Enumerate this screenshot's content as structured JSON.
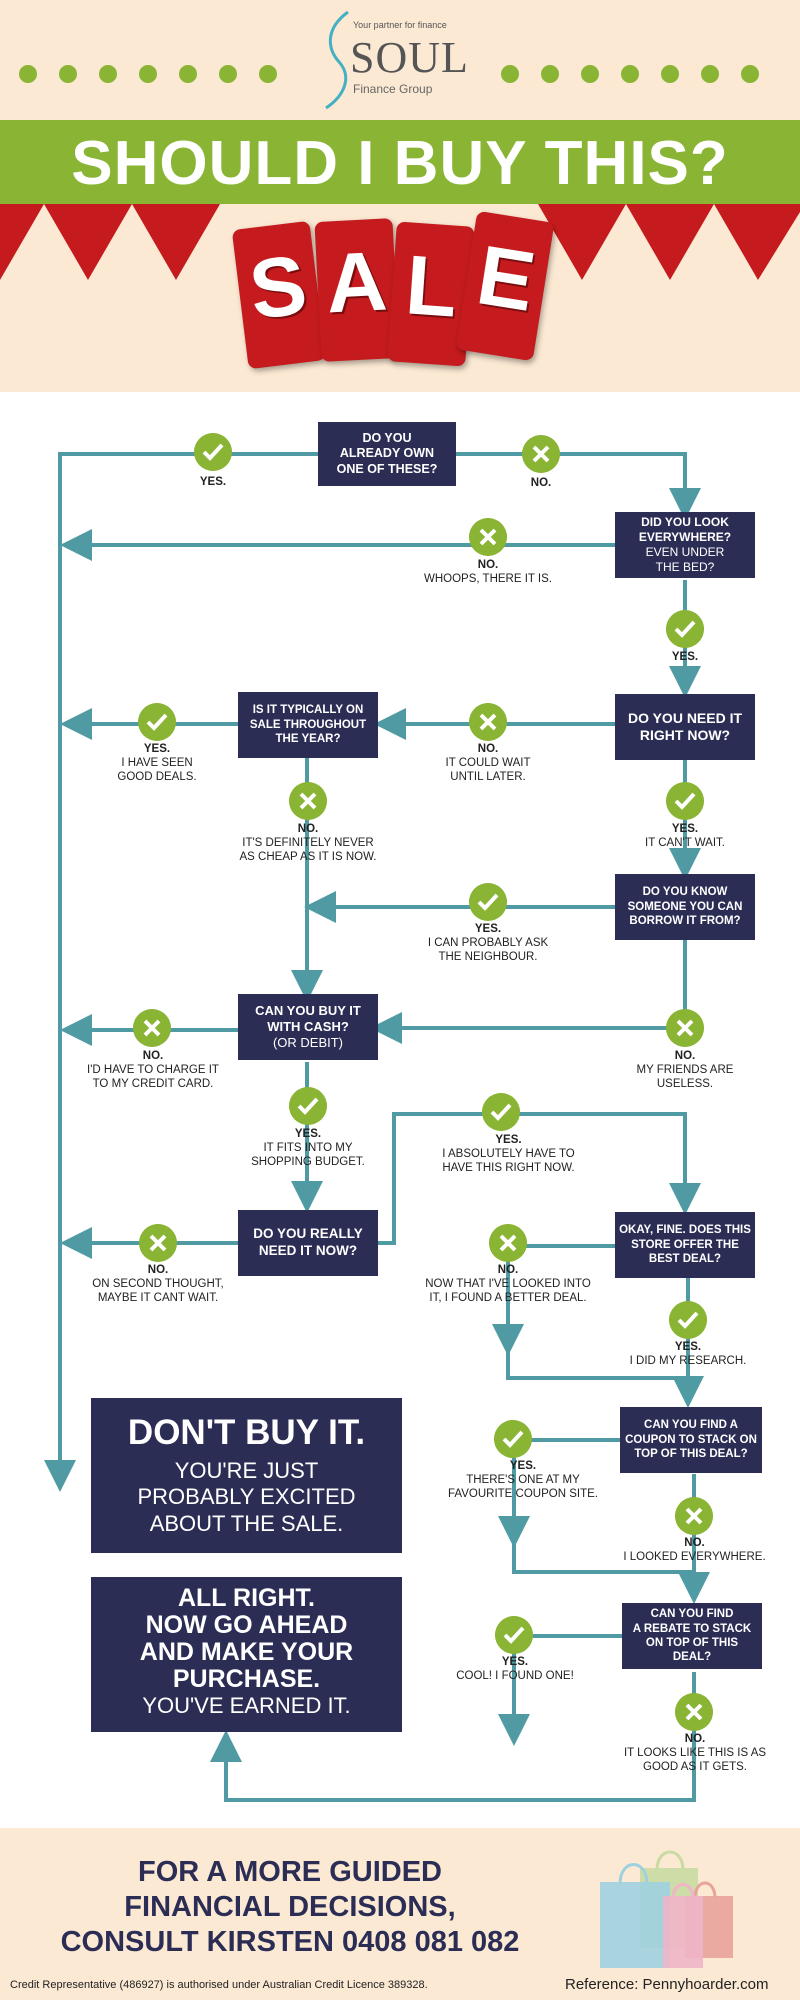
{
  "brand": {
    "tagline": "Your partner for finance",
    "name": "SOUL",
    "subname": "Finance Group"
  },
  "title": "SHOULD I BUY THIS?",
  "sale_letters": [
    "S",
    "A",
    "L",
    "E"
  ],
  "colors": {
    "green": "#8ab434",
    "navy": "#2b2d55",
    "teal": "#4f9aa3",
    "red": "#c61b1e",
    "cream": "#fbe9d3"
  },
  "questions": {
    "q1": [
      "DO YOU",
      "ALREADY OWN",
      "ONE OF THESE?"
    ],
    "q2": [
      "DID YOU LOOK",
      "EVERYWHERE?"
    ],
    "q2_sub": [
      "EVEN UNDER",
      "THE BED?"
    ],
    "q3": [
      "DO YOU NEED IT",
      "RIGHT NOW?"
    ],
    "q4": [
      "IS IT TYPICALLY ON",
      "SALE THROUGHOUT",
      "THE YEAR?"
    ],
    "q5": [
      "DO YOU KNOW",
      "SOMEONE YOU CAN",
      "BORROW IT FROM?"
    ],
    "q6": [
      "CAN YOU BUY IT",
      "WITH CASH?"
    ],
    "q6_sub": "(OR DEBIT)",
    "q7": [
      "DO YOU REALLY",
      "NEED IT NOW?"
    ],
    "q8": [
      "OKAY, FINE. DOES THIS",
      "STORE OFFER THE",
      "BEST DEAL?"
    ],
    "q9": [
      "CAN YOU FIND A",
      "COUPON TO STACK ON",
      "TOP OF THIS DEAL?"
    ],
    "q10": [
      "CAN YOU FIND",
      "A REBATE TO STACK",
      "ON TOP OF THIS DEAL?"
    ]
  },
  "answers": {
    "a1": {
      "word": "YES.",
      "text": []
    },
    "a2": {
      "word": "NO.",
      "text": []
    },
    "a3": {
      "word": "NO.",
      "text": [
        "WHOOPS, THERE IT IS."
      ]
    },
    "a4": {
      "word": "YES.",
      "text": []
    },
    "a5": {
      "word": "NO.",
      "text": [
        "IT COULD WAIT",
        "UNTIL LATER."
      ]
    },
    "a6": {
      "word": "YES.",
      "text": [
        "I HAVE SEEN",
        "GOOD DEALS."
      ]
    },
    "a7": {
      "word": "NO.",
      "text": [
        "IT'S DEFINITELY NEVER",
        "AS CHEAP AS IT IS NOW."
      ]
    },
    "a8": {
      "word": "YES.",
      "text": [
        "IT CAN'T WAIT."
      ]
    },
    "a9": {
      "word": "YES.",
      "text": [
        "I CAN PROBABLY ASK",
        "THE NEIGHBOUR."
      ]
    },
    "a10": {
      "word": "NO.",
      "text": [
        "MY FRIENDS ARE",
        "USELESS."
      ]
    },
    "a11": {
      "word": "NO.",
      "text": [
        "I'D HAVE TO CHARGE IT",
        "TO MY CREDIT CARD."
      ]
    },
    "a12": {
      "word": "YES.",
      "text": [
        "IT FITS INTO MY",
        "SHOPPING BUDGET."
      ]
    },
    "a13": {
      "word": "YES.",
      "text": [
        "I ABSOLUTELY HAVE TO",
        "HAVE THIS RIGHT NOW."
      ]
    },
    "a14": {
      "word": "NO.",
      "text": [
        "ON SECOND THOUGHT,",
        "MAYBE IT CANT WAIT."
      ]
    },
    "a15": {
      "word": "NO.",
      "text": [
        "NOW THAT I'VE LOOKED INTO",
        "IT, I FOUND A BETTER DEAL."
      ]
    },
    "a16": {
      "word": "YES.",
      "text": [
        "I DID MY RESEARCH."
      ]
    },
    "a17": {
      "word": "YES.",
      "text": [
        "THERE'S ONE AT MY",
        "FAVOURITE COUPON SITE."
      ]
    },
    "a18": {
      "word": "NO.",
      "text": [
        "I LOOKED EVERYWHERE."
      ]
    },
    "a19": {
      "word": "YES.",
      "text": [
        "COOL! I FOUND ONE!"
      ]
    },
    "a20": {
      "word": "NO.",
      "text": [
        "IT LOOKS LIKE THIS IS AS",
        "GOOD AS IT GETS."
      ]
    }
  },
  "outcomes": {
    "dont_buy_title": "DON'T BUY IT.",
    "dont_buy_text": [
      "YOU'RE JUST",
      "PROBABLY EXCITED",
      "ABOUT THE SALE."
    ],
    "buy_title": [
      "ALL RIGHT.",
      "NOW GO AHEAD",
      "AND MAKE YOUR",
      "PURCHASE."
    ],
    "buy_text": "YOU'VE EARNED IT."
  },
  "footer": {
    "cta": [
      "FOR A MORE GUIDED",
      "FINANCIAL DECISIONS,",
      "CONSULT KIRSTEN 0408 081 082"
    ],
    "credit": "Credit Representative (486927) is authorised under Australian Credit Licence 389328.",
    "reference": "Reference: Pennyhoarder.com"
  }
}
